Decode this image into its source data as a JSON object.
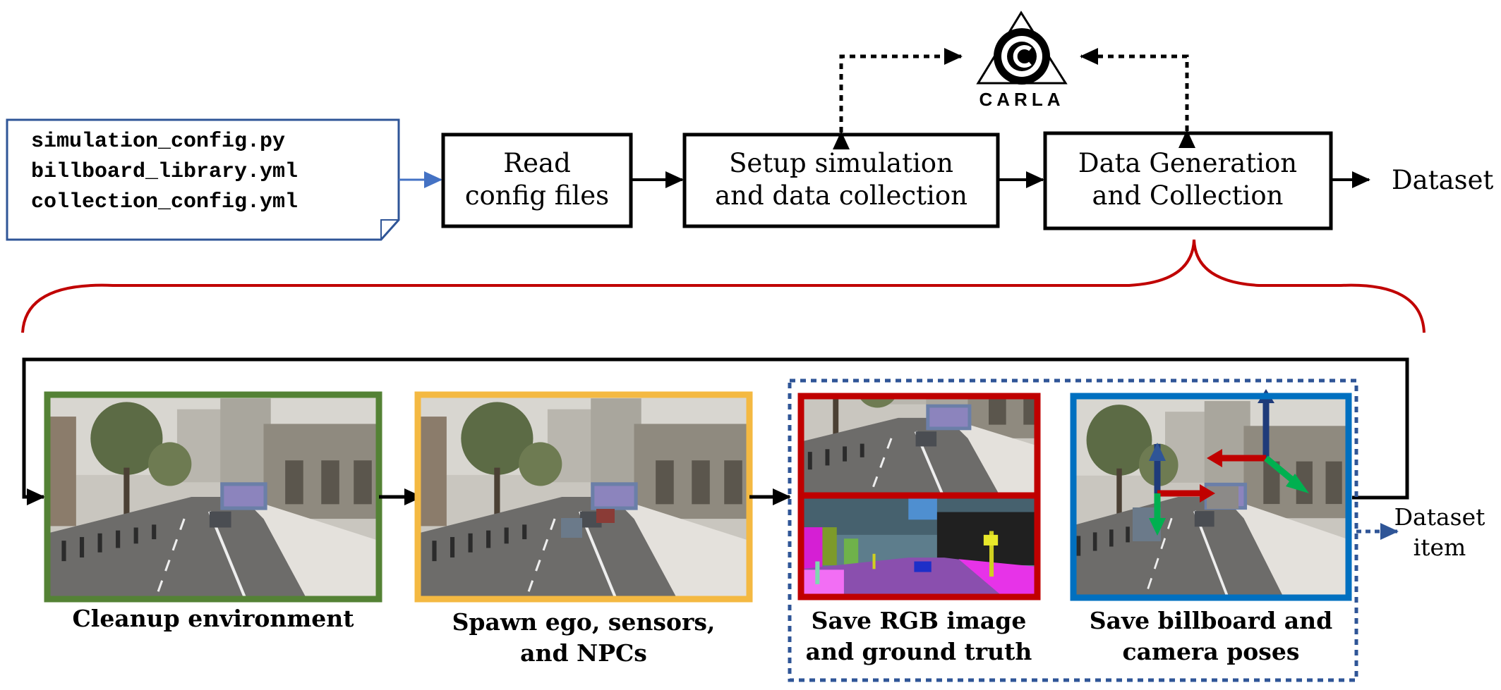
{
  "config_files": [
    "simulation_config.py",
    "billboard_library.yml",
    "collection_config.yml"
  ],
  "pipeline": {
    "read_config": [
      "Read",
      "config files"
    ],
    "setup": [
      "Setup simulation",
      "and data collection"
    ],
    "data_gen": [
      "Data Generation",
      "and Collection"
    ],
    "dataset": "Dataset"
  },
  "carla_logo_text": "CARLA",
  "stages": [
    {
      "caption": [
        "Cleanup environment"
      ],
      "frame_color": "#548235"
    },
    {
      "caption": [
        "Spawn ego, sensors,",
        "and NPCs"
      ],
      "frame_color": "#F4B942"
    },
    {
      "caption": [
        "Save RGB image",
        "and ground truth"
      ],
      "frame_color": "#C00000"
    },
    {
      "caption": [
        "Save billboard and",
        "camera poses"
      ],
      "frame_color": "#0070C0"
    }
  ],
  "dataset_item": [
    "Dataset",
    "item"
  ],
  "colors": {
    "brace": "#C00000",
    "config_note": "#2F5597",
    "dotted_group": "#2F5597",
    "axis_blue": "#1F3B7A",
    "axis_red": "#C00000",
    "axis_green": "#00B050"
  }
}
